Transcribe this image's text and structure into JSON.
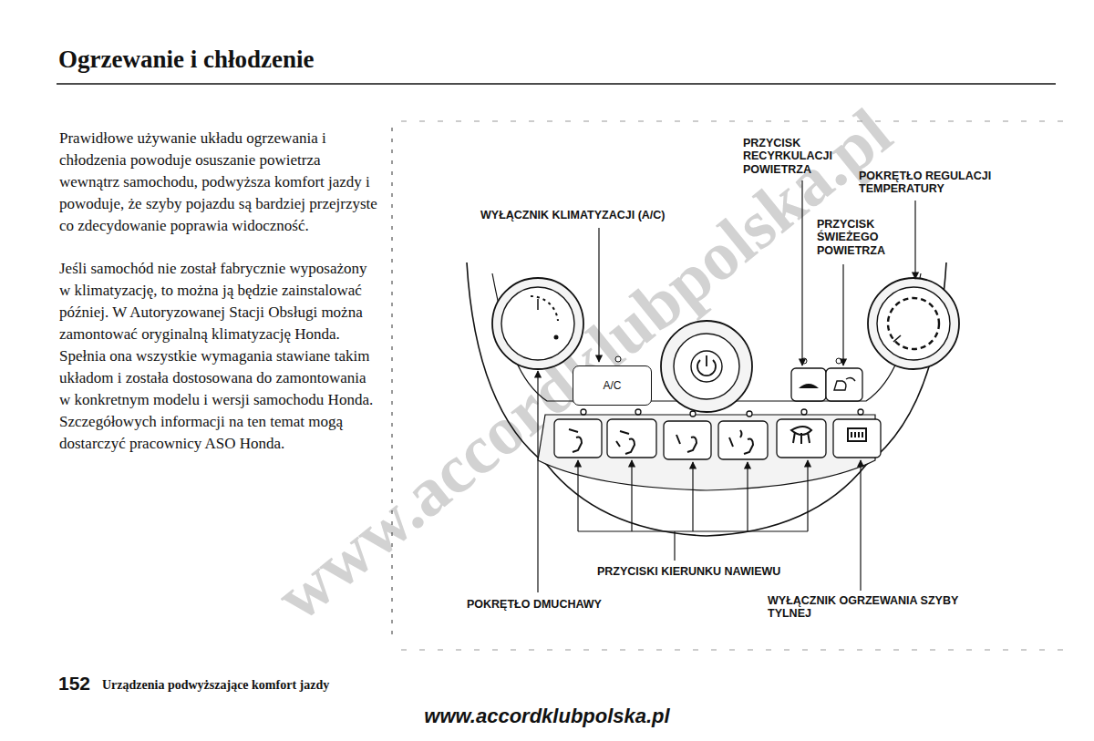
{
  "diagram": {
    "title": "Ogrzewanie i chłodzenie",
    "nodes": [
      {
        "text": [
          "A/C"
        ]
      }
    ],
    "labels": [
      "Prawidłowe używanie układu ogrzewania i chłodzenia powoduje osuszanie powietrza wewnątrz samochodu, podwyższa komfort jazdy i powoduje, że szyby pojazdu są bardziej przejrzyste co zdecydowanie poprawia widoczność.",
      "Jeśli samochód nie został fabrycznie wyposażony w klimatyzację, to można ją będzie zainstalować później. W Autoryzowanej Stacji Obsługi można zamontować oryginalną klimatyzację Honda. Spełnia ona wszystkie wymagania stawiane takim układom i została dostosowana do zamontowania w konkretnym modelu i wersji samochodu Honda. Szczegółowych informacji na ten temat mogą dostarczyć pracownicy ASO Honda.",
      "PRZYCISK RECYRKULACJI POWIETRZA",
      "POKRĘTŁO REGULACJI TEMPERATURY",
      "WYŁĄCZNIK KLIMATYZACJI (A/C)",
      "PRZYCISK ŚWIEŻEGO POWIETRZA",
      "PRZYCISKI KIERUNKU NAWIEWU",
      "POKRĘTŁO DMUCHAWY",
      "WYŁĄCZNIK OGRZEWANIA SZYBY TYLNEJ",
      "152",
      "Urządzenia podwyższające komfort jazdy",
      "www.accordklubpolska.pl",
      "www.accordklubpolska.pl"
    ]
  }
}
